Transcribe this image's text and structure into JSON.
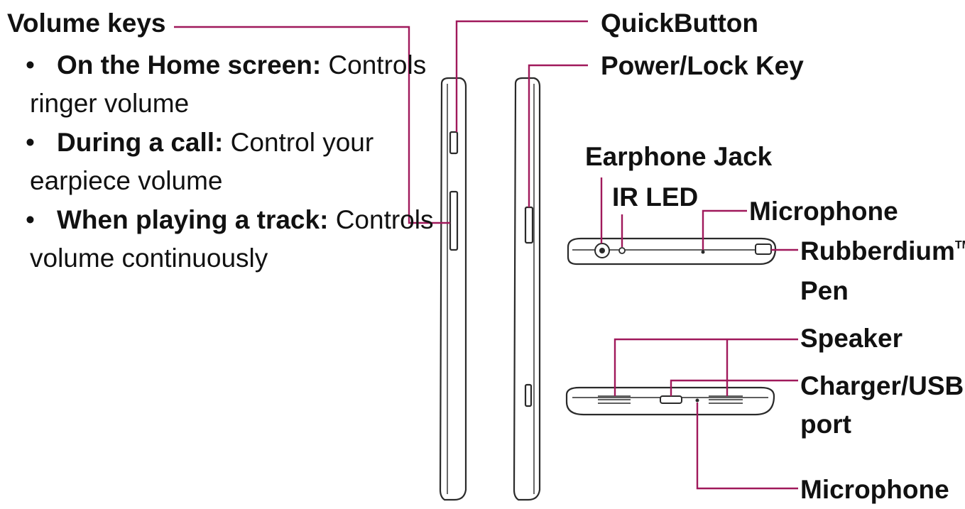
{
  "colors": {
    "leader_line": "#a0195b",
    "outline": "#2a2a2a",
    "text": "#111111"
  },
  "volume_keys": {
    "title": "Volume keys",
    "bullets": [
      {
        "marker": "•",
        "bold": "On the Home screen:",
        "text_line1": " Controls",
        "text_line2": "ringer volume"
      },
      {
        "marker": "•",
        "bold": "During a call:",
        "text_line1": " Control your",
        "text_line2": "earpiece volume"
      },
      {
        "marker": "•",
        "bold": "When playing a track:",
        "text_line1": " Controls",
        "text_line2": "volume continuously"
      }
    ]
  },
  "labels": {
    "quick_button": "QuickButton",
    "power_lock_key": "Power/Lock Key",
    "earphone_jack": "Earphone Jack",
    "ir_led": "IR LED",
    "microphone_top": "Microphone",
    "rubberdium_line1": "Rubberdium",
    "rubberdium_tm": "TM",
    "rubberdium_line2": "Pen",
    "speaker": "Speaker",
    "charger_line1": "Charger/USB",
    "charger_line2": "port",
    "microphone_bottom": "Microphone"
  }
}
